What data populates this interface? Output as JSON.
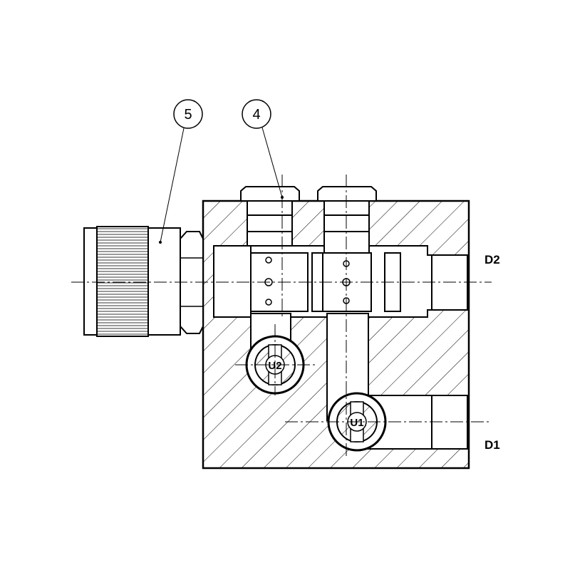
{
  "callouts": [
    {
      "number": "5"
    },
    {
      "number": "4"
    }
  ],
  "ports": {
    "d2": "D2",
    "d1": "D1",
    "u2": "U2",
    "u1": "U1"
  },
  "colors": {
    "line": "#000000",
    "background": "#ffffff"
  }
}
